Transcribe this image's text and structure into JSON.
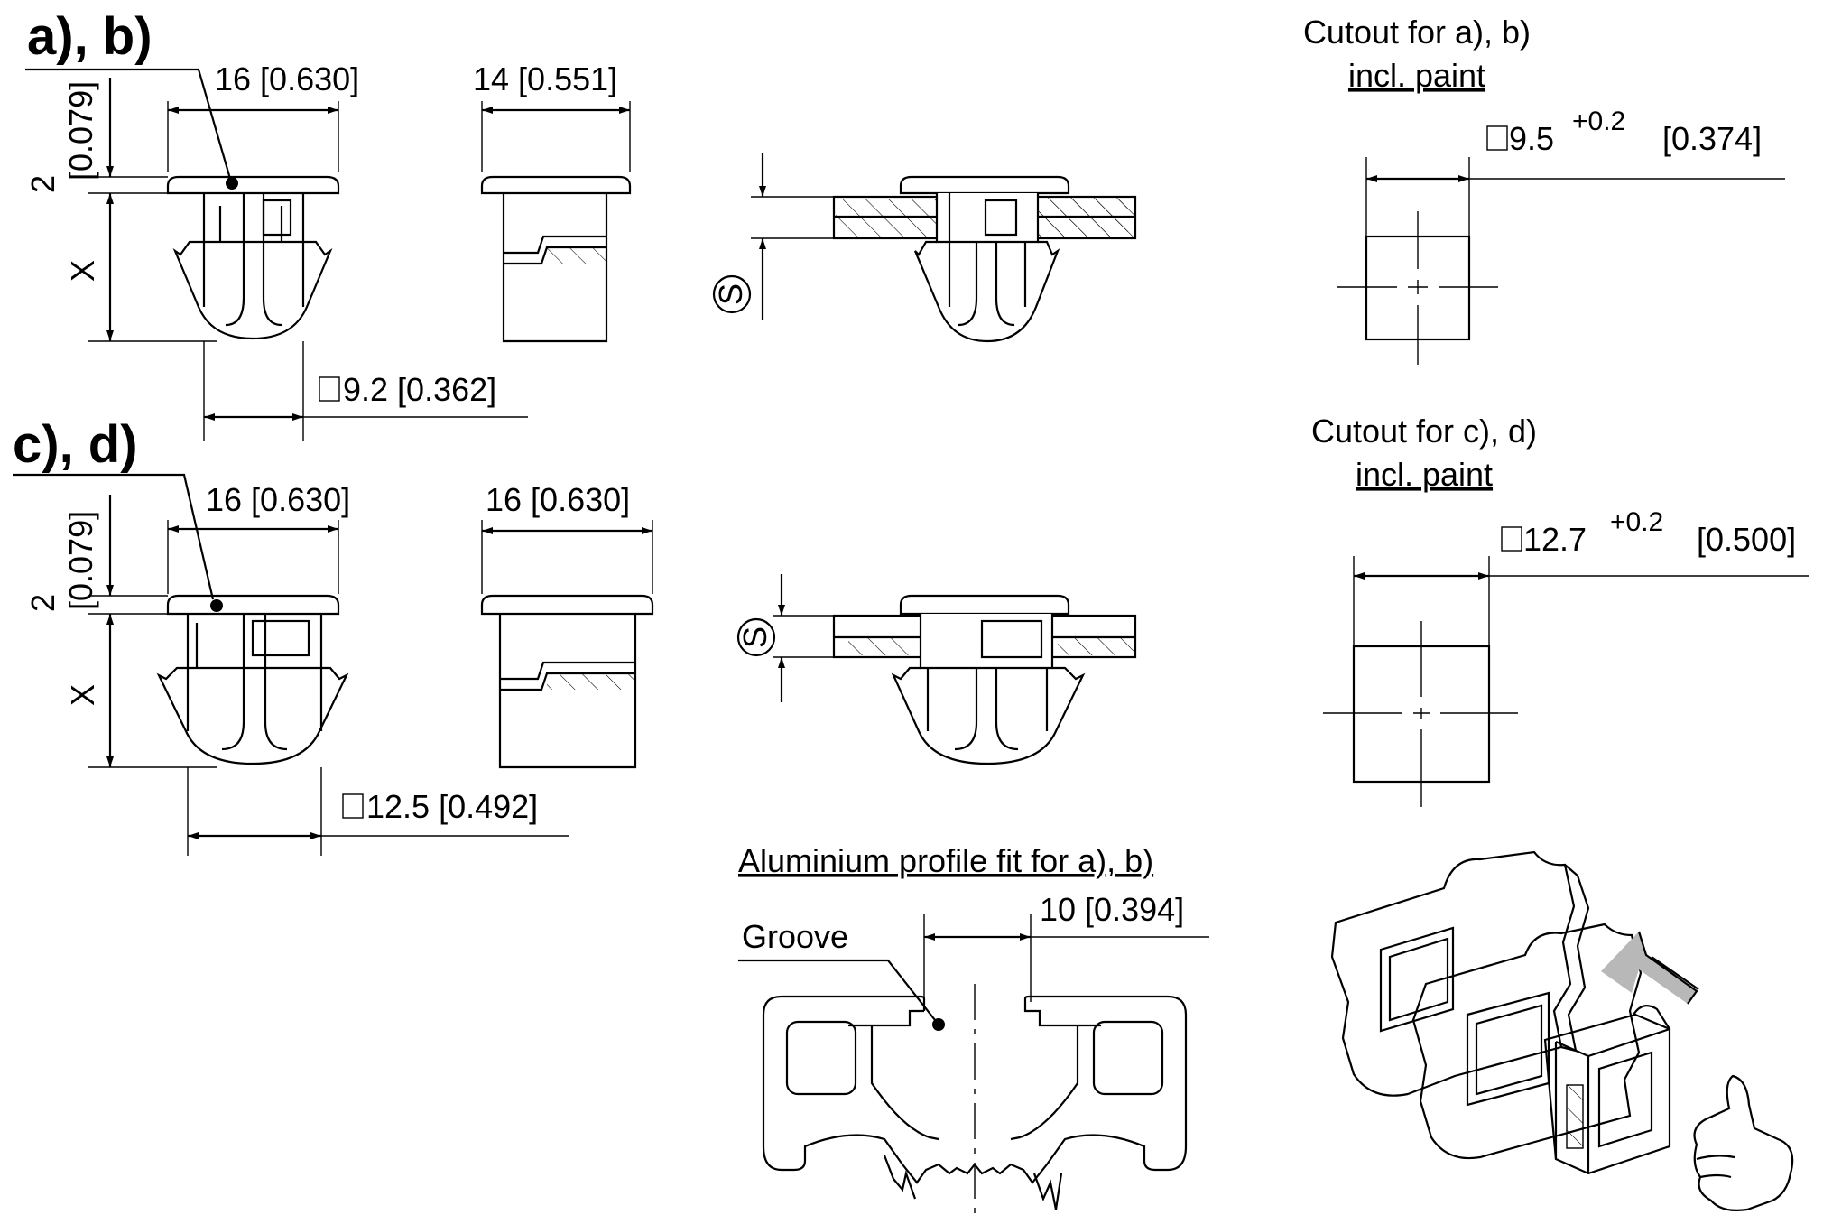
{
  "views": {
    "ab": {
      "label": "a), b)",
      "width_dim": "16 [0.630]",
      "side_dim": "14 [0.551]",
      "head_dim": "2",
      "head_dim_inch": "[0.079]",
      "length_dim": "X",
      "square_dim": "9.2 [0.362]"
    },
    "cd": {
      "label": "c), d)",
      "width_dim": "16 [0.630]",
      "side_dim": "16 [0.630]",
      "head_dim": "2",
      "head_dim_inch": "[0.079]",
      "length_dim": "X",
      "square_dim": "12.5 [0.492]"
    }
  },
  "panel_symbol": "S",
  "cutouts": {
    "ab": {
      "title": "Cutout for a), b)",
      "subtitle": "incl. paint",
      "nominal": "9.5",
      "tolerance": "+0.2",
      "inch": "[0.374]"
    },
    "cd": {
      "title": "Cutout for c), d)",
      "subtitle": "incl. paint",
      "nominal": "12.7",
      "tolerance": "+0.2",
      "inch": "[0.500]"
    }
  },
  "profile": {
    "title": "Aluminium profile fit for a), b)",
    "groove_label": "Groove",
    "width_dim": "10 [0.394]"
  },
  "colors": {
    "line": "#000000",
    "arrow_fill": "#b8b8b8",
    "background": "#ffffff"
  }
}
